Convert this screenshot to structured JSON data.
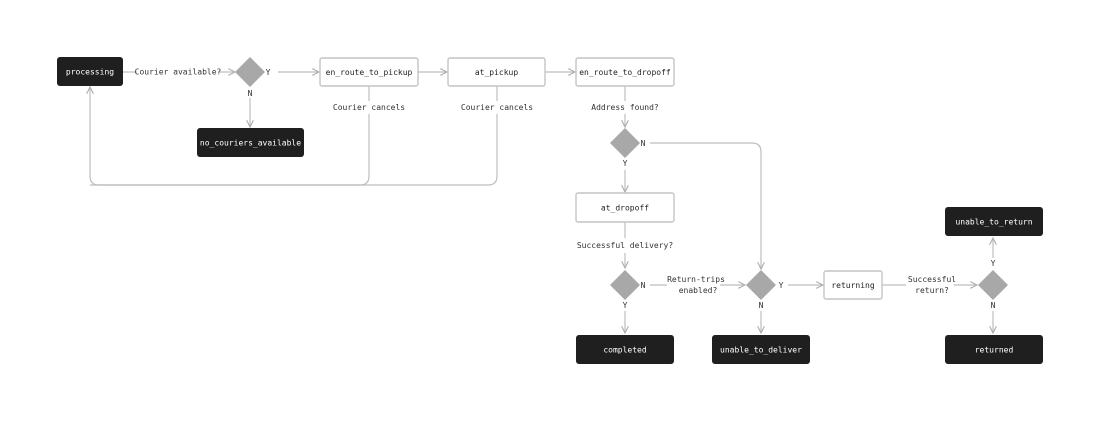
{
  "colors": {
    "terminal_fill": "#1f1f1f",
    "state_fill": "#ffffff",
    "state_stroke": "#c4c4c4",
    "decision_fill": "#a8a8a8",
    "edge": "#bdbdbd",
    "text_dark": "#222222",
    "text_light": "#ffffff"
  },
  "nodes": {
    "processing": "processing",
    "no_couriers_available": "no_couriers_available",
    "en_route_to_pickup": "en_route_to_pickup",
    "at_pickup": "at_pickup",
    "en_route_to_dropoff": "en_route_to_dropoff",
    "at_dropoff": "at_dropoff",
    "completed": "completed",
    "unable_to_deliver": "unable_to_deliver",
    "returning": "returning",
    "unable_to_return": "unable_to_return",
    "returned": "returned"
  },
  "labels": {
    "courier_available": "Courier available?",
    "courier_cancels": "Courier cancels",
    "address_found": "Address found?",
    "successful_delivery": "Successful delivery?",
    "return_trips_line1": "Return-trips",
    "return_trips_line2": "enabled?",
    "successful_return_line1": "Successful",
    "successful_return_line2": "return?",
    "yes": "Y",
    "no": "N"
  }
}
